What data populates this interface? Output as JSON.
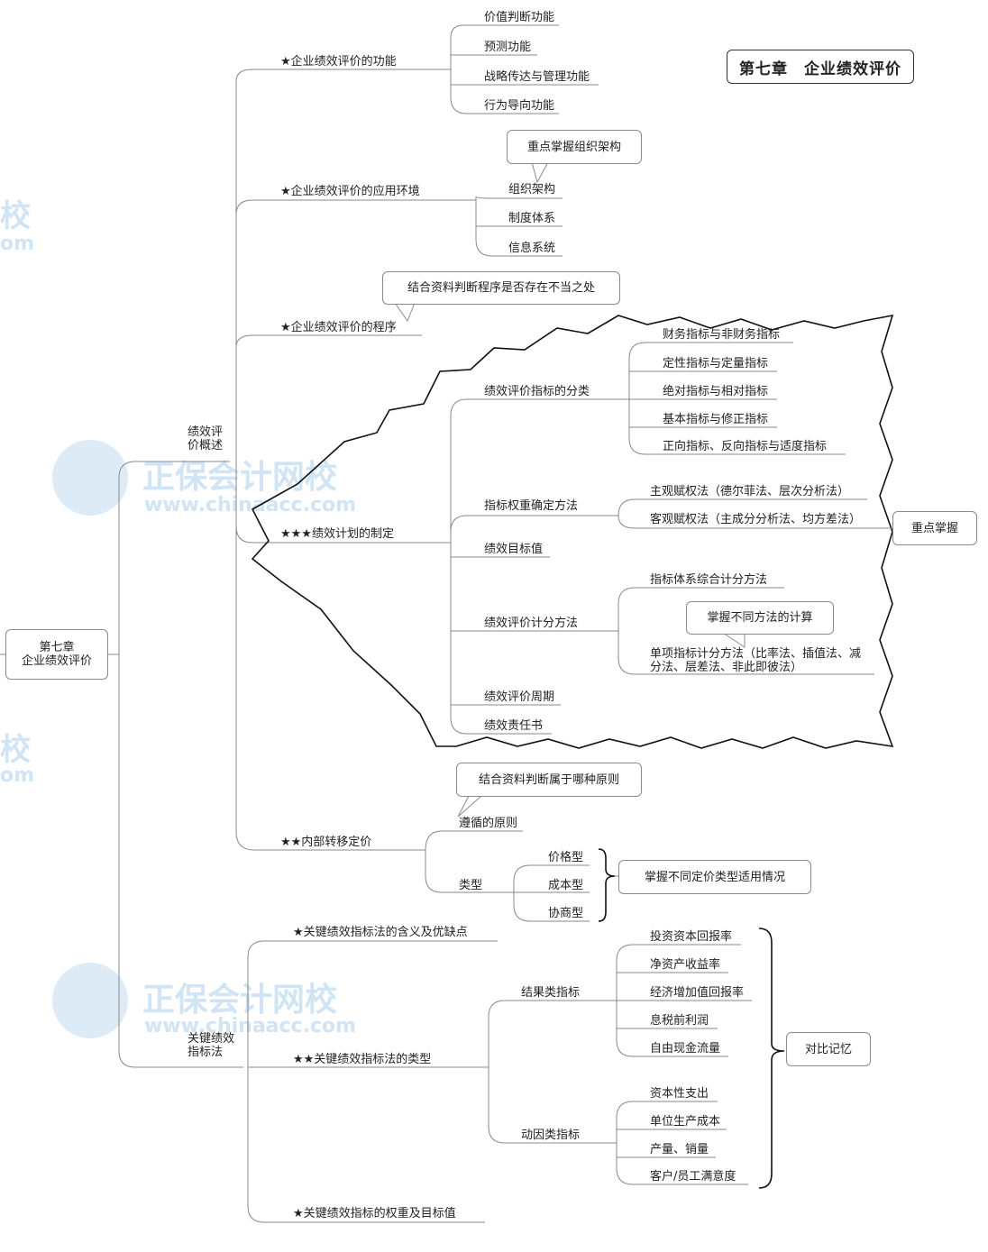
{
  "title": "第七章　企业绩效评价",
  "root": "第七章\n企业绩效评价",
  "watermark": {
    "brand": "正保会计网校",
    "url": "www.chinaacc.com",
    "edge_text": "校",
    "edge_url": "om"
  },
  "branch1": {
    "label": "绩效评\n价概述",
    "functions": {
      "label": "★企业绩效评价的功能",
      "items": [
        "价值判断功能",
        "预测功能",
        "战略传达与管理功能",
        "行为导向功能"
      ]
    },
    "environment": {
      "label": "★企业绩效评价的应用环境",
      "items": [
        "组织架构",
        "制度体系",
        "信息系统"
      ],
      "note": "重点掌握组织架构"
    },
    "procedure": {
      "label": "★企业绩效评价的程序",
      "note": "结合资料判断程序是否存在不当之处"
    },
    "plan": {
      "label": "★★★绩效计划的制定",
      "classification": {
        "label": "绩效评价指标的分类",
        "items": [
          "财务指标与非财务指标",
          "定性指标与定量指标",
          "绝对指标与相对指标",
          "基本指标与修正指标",
          "正向指标、反向指标与适度指标"
        ]
      },
      "weight": {
        "label": "指标权重确定方法",
        "items": [
          "主观赋权法（德尔菲法、层次分析法）",
          "客观赋权法（主成分分析法、均方差法）"
        ],
        "note": "重点掌握"
      },
      "target": "绩效目标值",
      "scoring": {
        "label": "绩效评价计分方法",
        "items": [
          "指标体系综合计分方法",
          "单项指标计分方法（比率法、插值法、减分法、层差法、非此即彼法）"
        ],
        "note": "掌握不同方法的计算"
      },
      "cycle": "绩效评价周期",
      "responsibility": "绩效责任书"
    },
    "transfer": {
      "label": "★★内部转移定价",
      "principle": "遵循的原则",
      "principle_note": "结合资料判断属于哪种原则",
      "type": "类型",
      "types": [
        "价格型",
        "成本型",
        "协商型"
      ],
      "types_note": "掌握不同定价类型适用情况"
    }
  },
  "branch2": {
    "label": "关键绩效\n指标法",
    "meaning": "★关键绩效指标法的含义及优缺点",
    "types": {
      "label": "★★关键绩效指标法的类型",
      "result": {
        "label": "结果类指标",
        "items": [
          "投资资本回报率",
          "净资产收益率",
          "经济增加值回报率",
          "息税前利润",
          "自由现金流量"
        ]
      },
      "driver": {
        "label": "动因类指标",
        "items": [
          "资本性支出",
          "单位生产成本",
          "产量、销量",
          "客户/员工满意度"
        ]
      },
      "note": "对比记忆"
    },
    "weight": "★关键绩效指标的权重及目标值"
  }
}
